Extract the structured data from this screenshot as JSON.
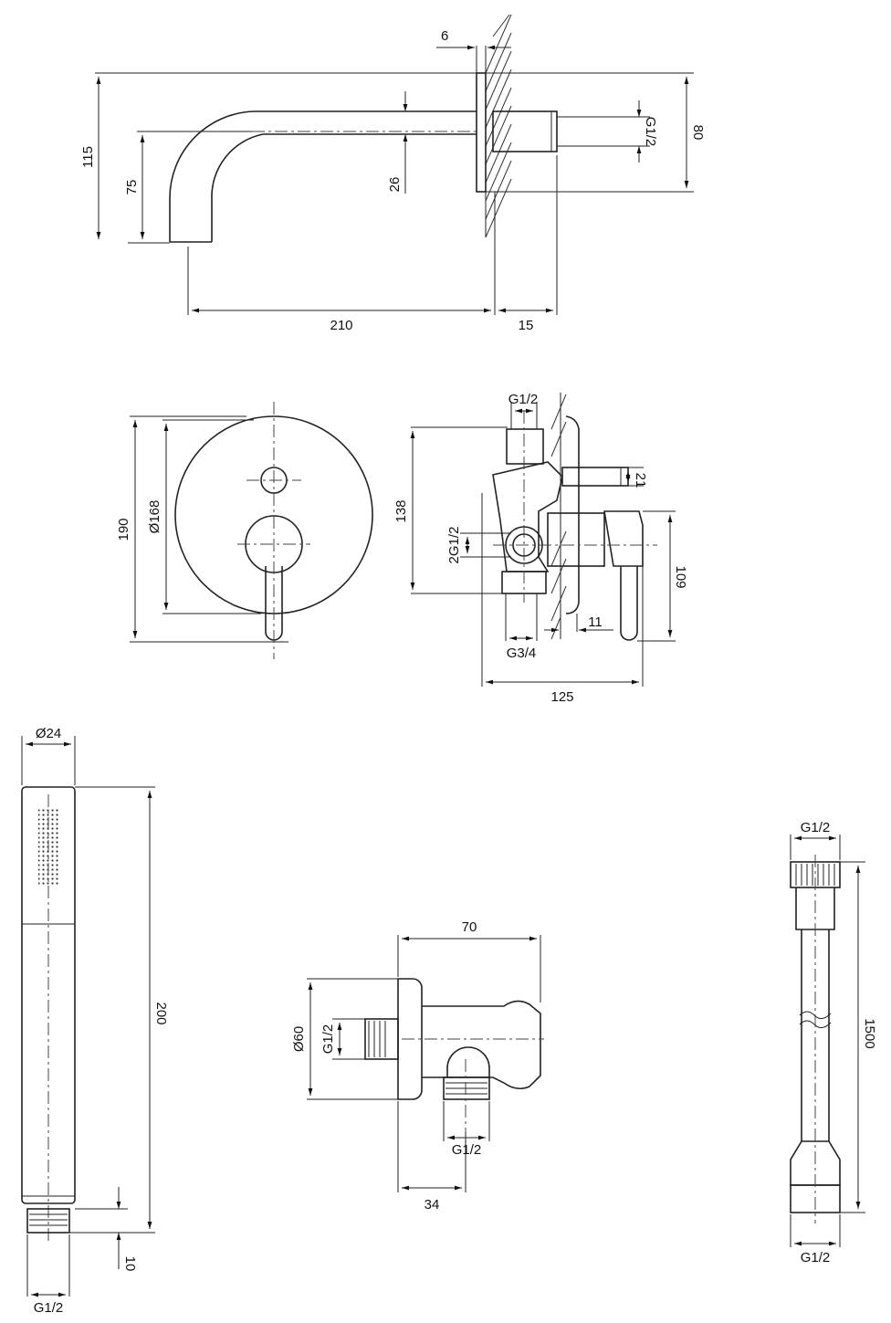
{
  "spout": {
    "d_6": "6",
    "d_115": "115",
    "d_75": "75",
    "d_26": "26",
    "d_g12": "G1/2",
    "d_80": "80",
    "d_210": "210",
    "d_15": "15"
  },
  "mixer_front": {
    "d_190": "190",
    "d_168": "Ø168"
  },
  "mixer_side": {
    "d_g12": "G1/2",
    "d_138": "138",
    "d_21": "21",
    "d_2g12": "2G1/2",
    "d_109": "109",
    "d_11": "11",
    "d_g34": "G3/4",
    "d_125": "125"
  },
  "hand_shower": {
    "d_24": "Ø24",
    "d_200": "200",
    "d_10": "10",
    "d_g12": "G1/2"
  },
  "wall_outlet": {
    "d_70": "70",
    "d_60": "Ø60",
    "d_g12_side": "G1/2",
    "d_g12_bottom": "G1/2",
    "d_34": "34"
  },
  "hose": {
    "d_g12_top": "G1/2",
    "d_1500": "1500",
    "d_g12_bottom": "G1/2"
  }
}
